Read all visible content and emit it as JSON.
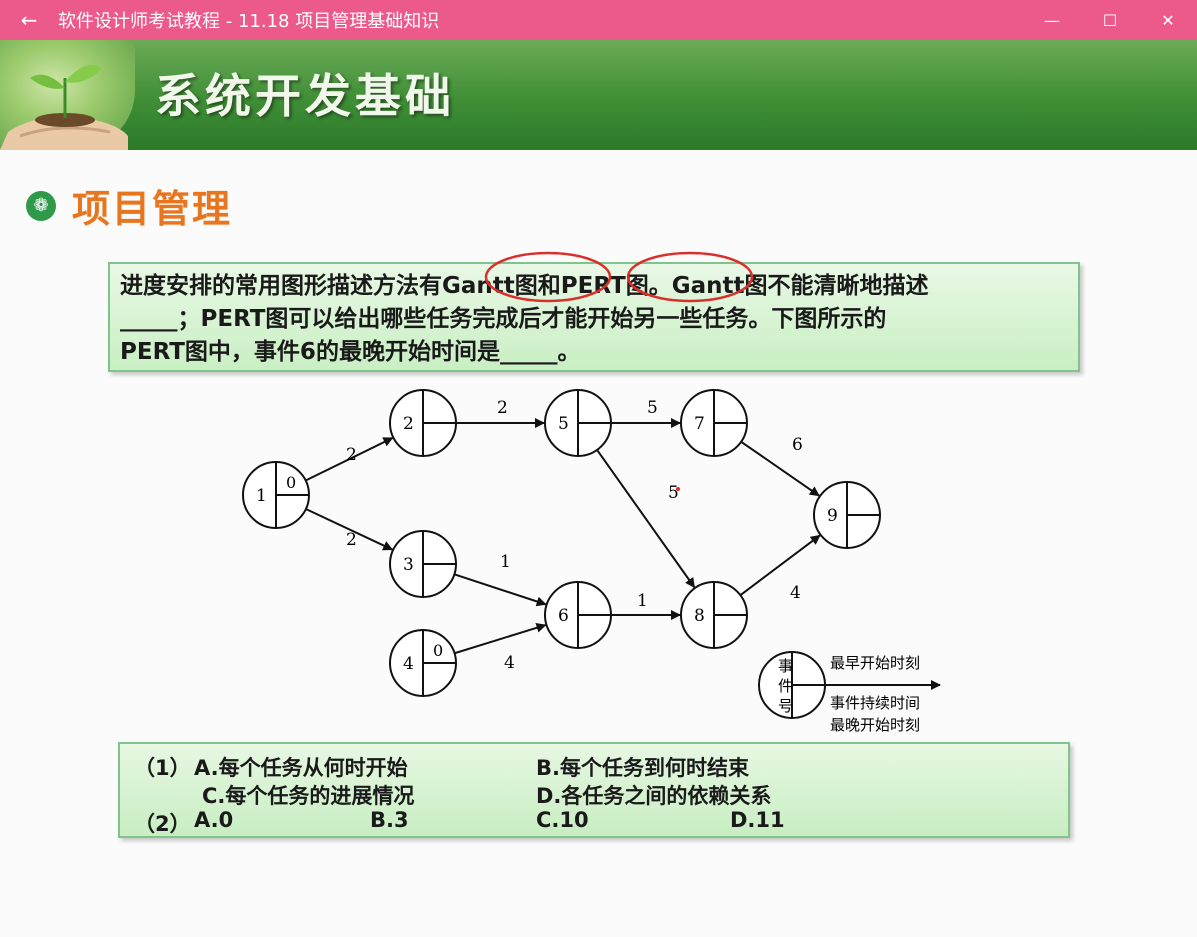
{
  "window": {
    "title": "软件设计师考试教程 - 11.18  项目管理基础知识",
    "back_icon": "←",
    "minimize_icon": "—",
    "maximize_icon": "☐",
    "close_icon": "✕"
  },
  "slide": {
    "banner_title": "系统开发基础",
    "section_bullet": "❁",
    "section_title": "项目管理",
    "question_lines": [
      "进度安排的常用图形描述方法有Gantt图和PERT图。Gantt图不能清晰地描述",
      "_____；PERT图可以给出哪些任务完成后才能开始另一些任务。下图所示的",
      "PERT图中，事件6的最晚开始时间是_____。"
    ],
    "diagram": {
      "nodes": [
        {
          "id": "1",
          "early": "0"
        },
        {
          "id": "2",
          "early": ""
        },
        {
          "id": "3",
          "early": ""
        },
        {
          "id": "4",
          "early": "0"
        },
        {
          "id": "5",
          "early": ""
        },
        {
          "id": "6",
          "early": ""
        },
        {
          "id": "7",
          "early": ""
        },
        {
          "id": "8",
          "early": ""
        },
        {
          "id": "9",
          "early": ""
        }
      ],
      "edges": [
        {
          "from": "1",
          "to": "2",
          "label": "2"
        },
        {
          "from": "1",
          "to": "3",
          "label": "2"
        },
        {
          "from": "2",
          "to": "5",
          "label": "2"
        },
        {
          "from": "3",
          "to": "6",
          "label": "1"
        },
        {
          "from": "4",
          "to": "6",
          "label": "4"
        },
        {
          "from": "5",
          "to": "7",
          "label": "5"
        },
        {
          "from": "5",
          "to": "8",
          "label": "5"
        },
        {
          "from": "6",
          "to": "8",
          "label": "1"
        },
        {
          "from": "7",
          "to": "9",
          "label": "6"
        },
        {
          "from": "8",
          "to": "9",
          "label": "4"
        }
      ],
      "legend": {
        "node_chars": [
          "事",
          "件",
          "号"
        ],
        "earliest": "最早开始时刻",
        "duration": "事件持续时间",
        "latest": "最晚开始时刻"
      }
    },
    "options": {
      "q1_prefix": "（1）",
      "q1_a": "A.每个任务从何时开始",
      "q1_b": "B.每个任务到何时结束",
      "q1_c": "C.每个任务的进展情况",
      "q1_d": "D.各任务之间的依赖关系",
      "q2_prefix": "（2）",
      "q2_a": "A.0",
      "q2_b": "B.3",
      "q2_c": "C.10",
      "q2_d": "D.11"
    },
    "colors": {
      "titlebar": "#ec5a8b",
      "banner": "#3f8e36",
      "section_title": "#e8761f",
      "box_fill": "#c9efc3",
      "annotation": "#d9302c"
    }
  }
}
